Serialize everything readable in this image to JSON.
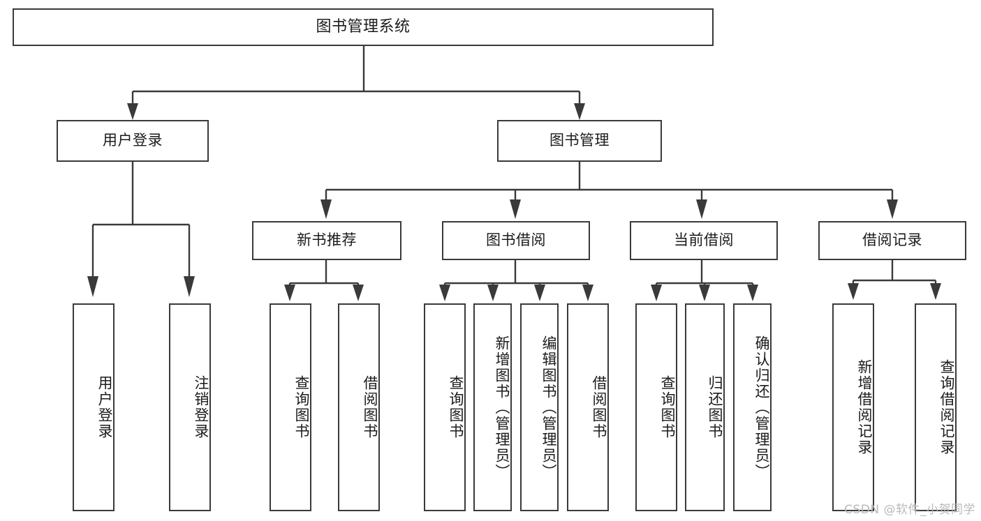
{
  "diagram": {
    "type": "tree",
    "title": "图书管理系统",
    "watermark": "CSDN @软件_小贺同学",
    "colors": {
      "stroke": "#3a3a3a",
      "box_fill": "#ffffff",
      "text": "#1b1b1b",
      "watermark": "#b9b9b9",
      "background": "#ffffff"
    },
    "nodes": {
      "root": {
        "label": "图书管理系统",
        "level": 0
      },
      "level1": [
        {
          "id": "user-login",
          "label": "用户登录"
        },
        {
          "id": "book-manage",
          "label": "图书管理"
        }
      ],
      "level2": [
        {
          "id": "new-book-rec",
          "label": "新书推荐",
          "parent": "book-manage"
        },
        {
          "id": "book-borrow",
          "label": "图书借阅",
          "parent": "book-manage"
        },
        {
          "id": "current-borrow",
          "label": "当前借阅",
          "parent": "book-manage"
        },
        {
          "id": "borrow-record",
          "label": "借阅记录",
          "parent": "book-manage"
        }
      ],
      "leaves": {
        "user-login": [
          {
            "id": "leaf-user-login",
            "label": "用户登录"
          },
          {
            "id": "leaf-user-logout",
            "label": "注销登录"
          }
        ],
        "new-book-rec": [
          {
            "id": "leaf-query-book-1",
            "label": "查询图书"
          },
          {
            "id": "leaf-borrow-book-1",
            "label": "借阅图书"
          }
        ],
        "book-borrow": [
          {
            "id": "leaf-query-book-2",
            "label": "查询图书"
          },
          {
            "id": "leaf-add-book",
            "label": "新增图书（管理员）"
          },
          {
            "id": "leaf-edit-book",
            "label": "编辑图书（管理员）"
          },
          {
            "id": "leaf-borrow-book-2",
            "label": "借阅图书"
          }
        ],
        "current-borrow": [
          {
            "id": "leaf-query-book-3",
            "label": "查询图书"
          },
          {
            "id": "leaf-return-book",
            "label": "归还图书"
          },
          {
            "id": "leaf-confirm-return",
            "label": "确认归还（管理员）"
          }
        ],
        "borrow-record": [
          {
            "id": "leaf-add-record",
            "label": "新增借阅记录"
          },
          {
            "id": "leaf-query-record",
            "label": "查询借阅记录"
          }
        ]
      }
    }
  }
}
